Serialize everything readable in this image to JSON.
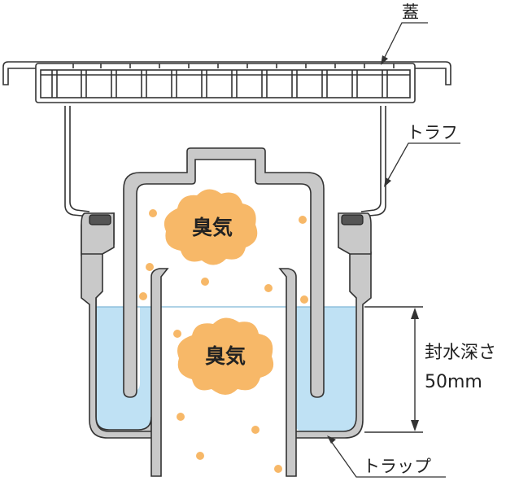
{
  "labels": {
    "lid": "蓋",
    "trough": "トラフ",
    "trap": "トラップ"
  },
  "odor": {
    "label": "臭気"
  },
  "seal_depth": {
    "label": "封水深さ",
    "value": "50mm"
  },
  "colors": {
    "water": "#bfe1f4",
    "odor_cloud": "#f7b868",
    "odor_particle": "#f7b868",
    "trap_body": "#c9c9c9",
    "outline": "#333333",
    "gasket": "#555555"
  }
}
